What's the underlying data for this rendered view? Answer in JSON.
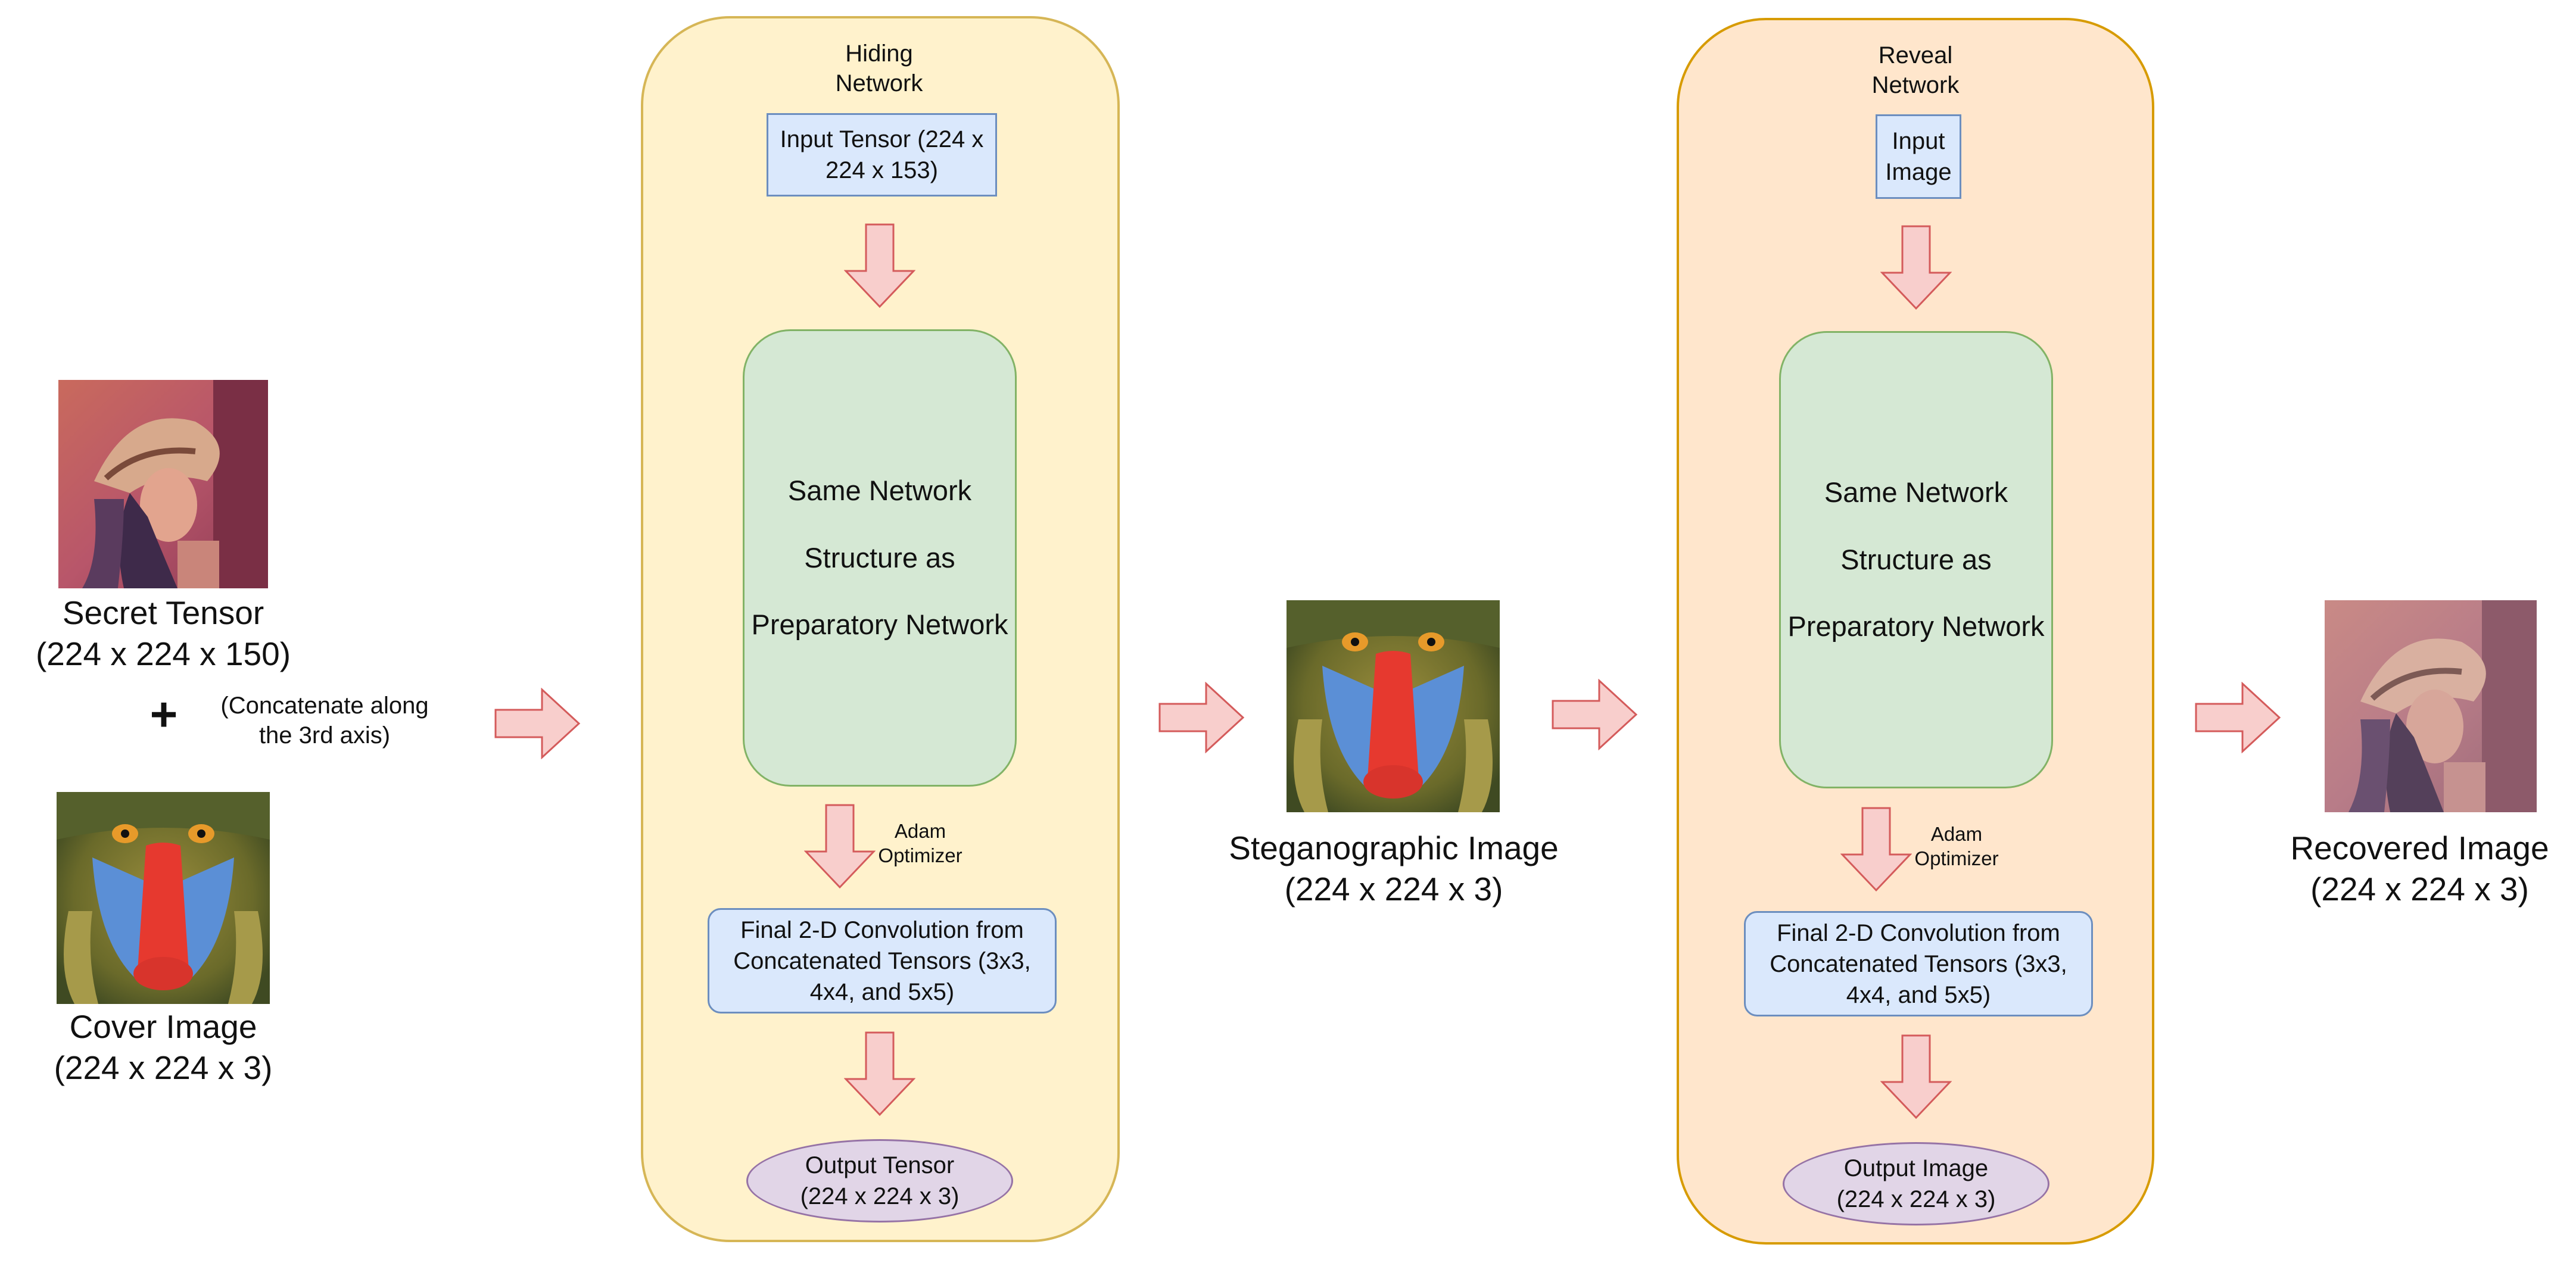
{
  "inputs": {
    "secret_label_line1": "Secret Tensor",
    "secret_label_line2": "(224 x 224 x 150)",
    "plus": "+",
    "concat_note_line1": "(Concatenate along",
    "concat_note_line2": "the 3rd axis)",
    "cover_label_line1": "Cover Image",
    "cover_label_line2": "(224 x 224 x 3)"
  },
  "hiding_network": {
    "title_line1": "Hiding",
    "title_line2": "Network",
    "input_box_line1": "Input Tensor (224 x",
    "input_box_line2": "224 x 153)",
    "body_line1": "Same Network",
    "body_line2": "Structure as",
    "body_line3": "Preparatory Network",
    "optimizer_line1": "Adam",
    "optimizer_line2": "Optimizer",
    "conv_line1": "Final 2-D Convolution from",
    "conv_line2": "Concatenated Tensors (3x3,",
    "conv_line3": "4x4, and 5x5)",
    "output_line1": "Output Tensor",
    "output_line2": "(224 x 224 x 3)"
  },
  "stego": {
    "label_line1": "Steganographic Image",
    "label_line2": "(224 x 224 x 3)"
  },
  "reveal_network": {
    "title_line1": "Reveal",
    "title_line2": "Network",
    "input_box_line1": "Input",
    "input_box_line2": "Image",
    "body_line1": "Same Network",
    "body_line2": "Structure as",
    "body_line3": "Preparatory Network",
    "optimizer_line1": "Adam",
    "optimizer_line2": "Optimizer",
    "conv_line1": "Final 2-D Convolution from",
    "conv_line2": "Concatenated Tensors (3x3,",
    "conv_line3": "4x4, and 5x5)",
    "output_line1": "Output Image",
    "output_line2": "(224 x 224 x 3)"
  },
  "recovered": {
    "label_line1": "Recovered Image",
    "label_line2": "(224 x 224 x 3)"
  },
  "colors": {
    "arrow_fill": "#f8cecc",
    "arrow_stroke": "#d45b5b",
    "hiding_panel": "#fff2cc",
    "reveal_panel": "#ffe6cc",
    "blue_box": "#dae8fc",
    "green_box": "#d5e8d4",
    "purple_ellipse": "#e1d5e7"
  }
}
